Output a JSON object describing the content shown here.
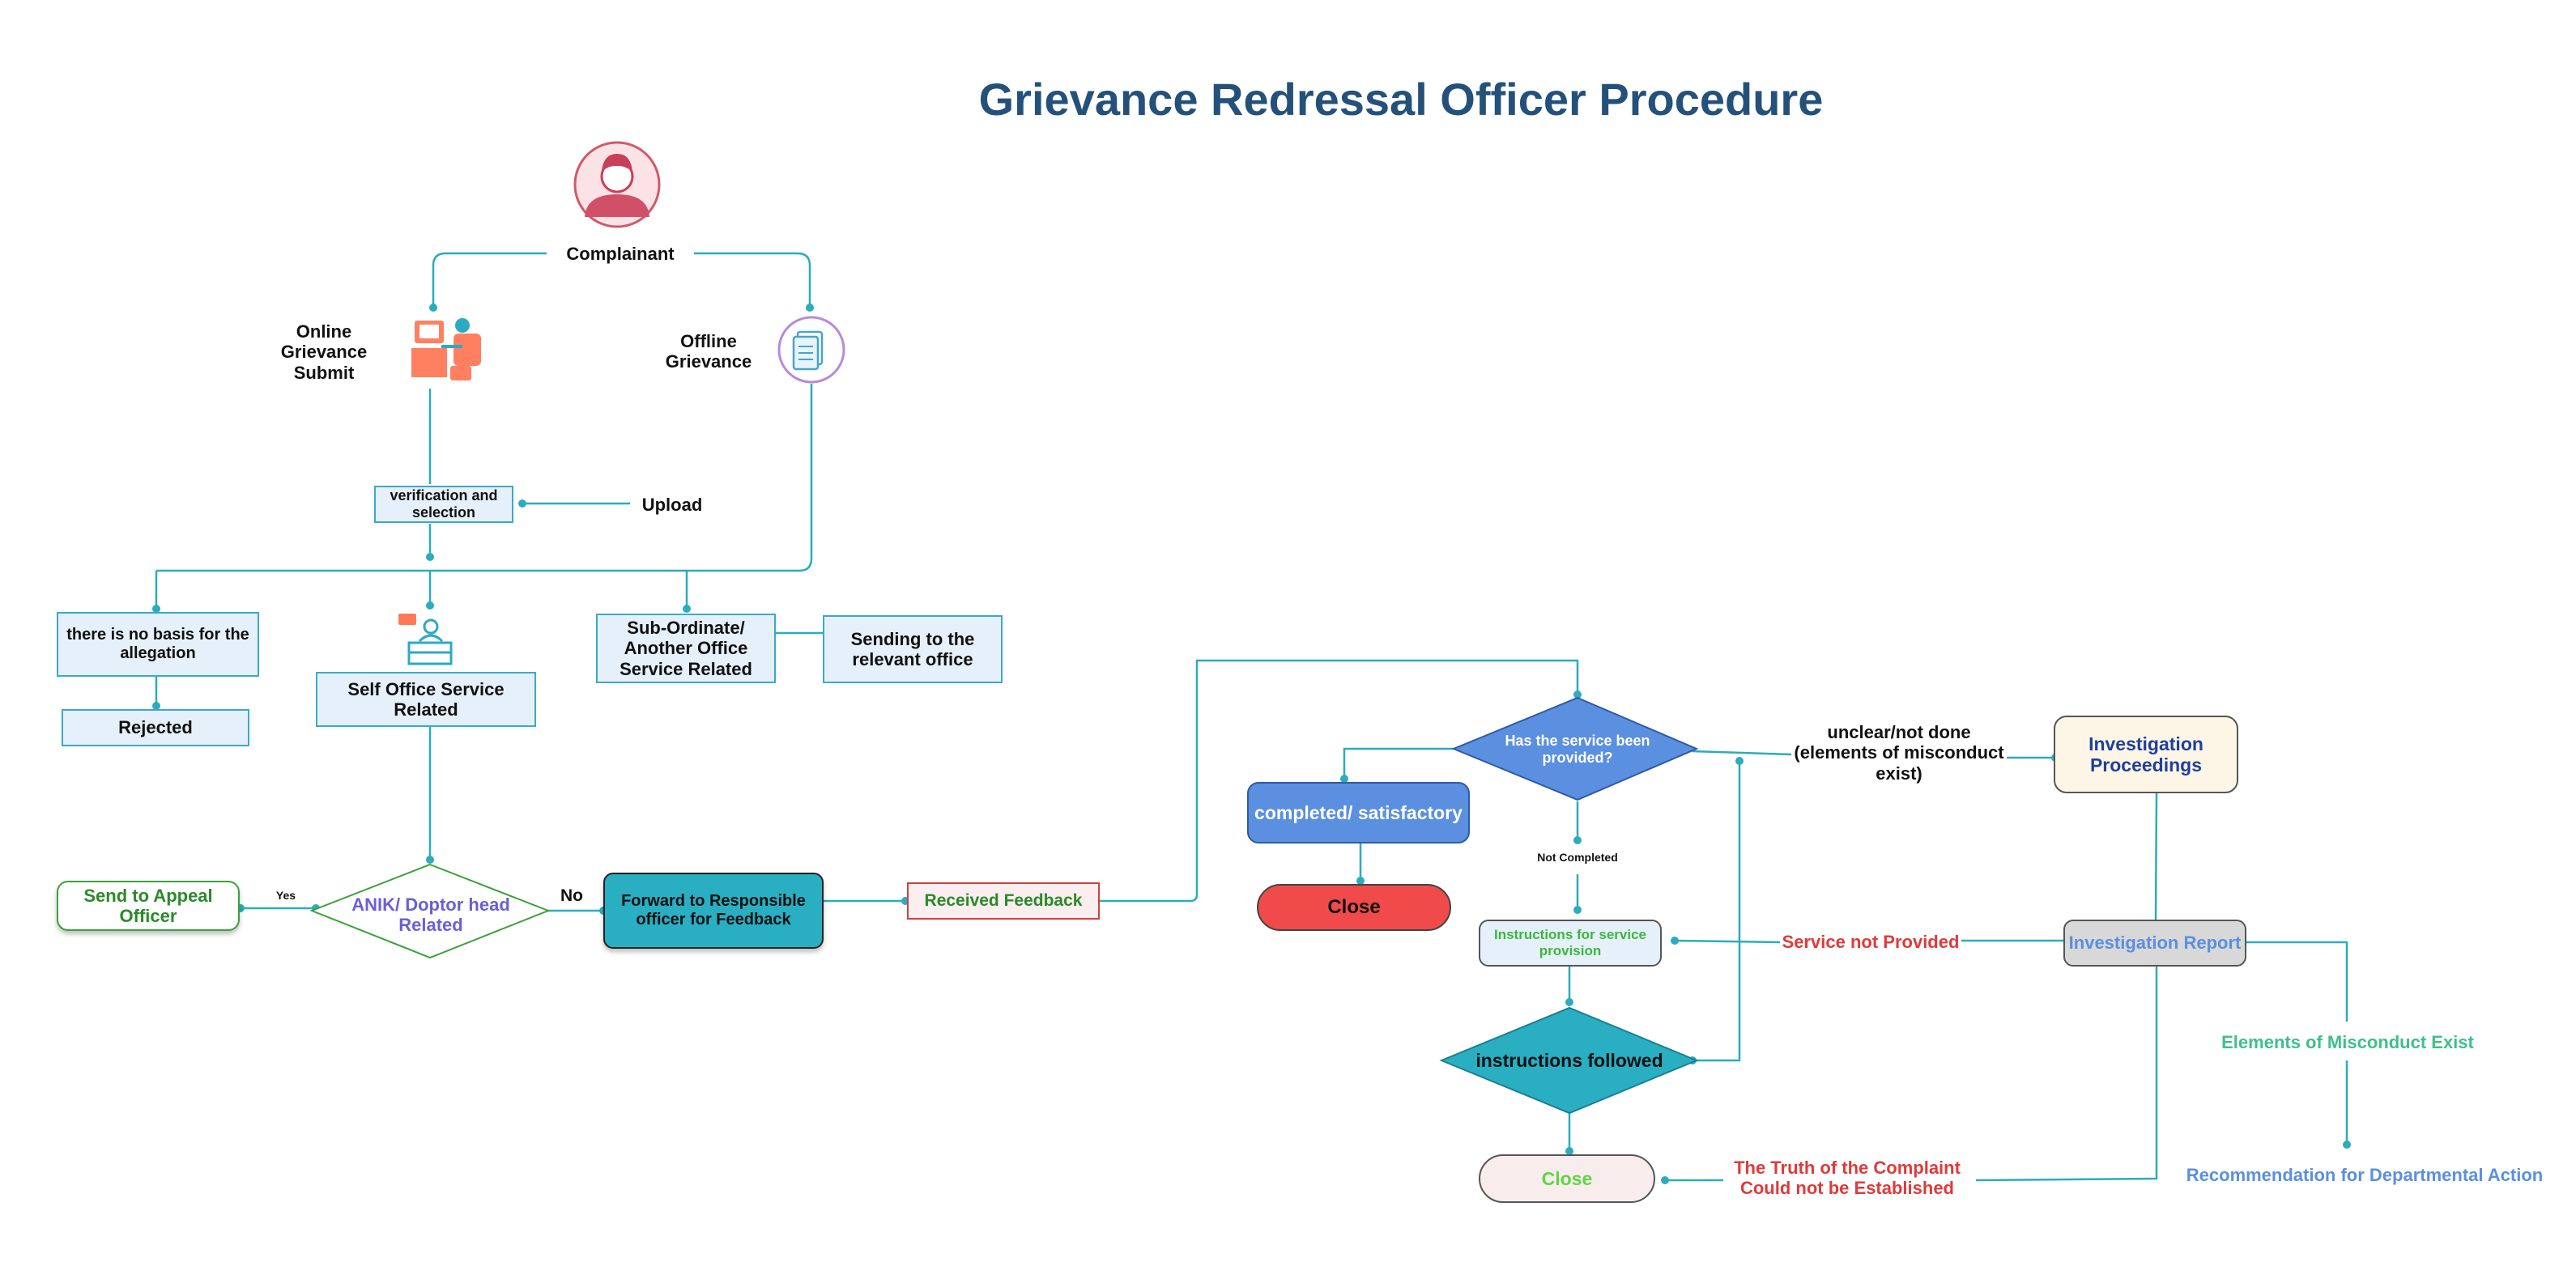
{
  "title": "Grievance Redressal Officer Procedure",
  "colors": {
    "title": "#23517a",
    "connector": "#2cacbd",
    "green_text": "#2a8a2a",
    "red_text": "#e03a3a",
    "blue_node": "#5b8fdf",
    "teal_node": "#29aec2",
    "close_red": "#f04a4a"
  },
  "nodes": {
    "complainant": "Complainant",
    "online": "Online Grievance Submit",
    "offline": "Offline Grievance",
    "verification": "verification and selection",
    "upload": "Upload",
    "no_basis": "there is no basis for the allegation",
    "rejected": "Rejected",
    "self_office": "Self Office Service Related",
    "sub_ordinate": "Sub-Ordinate/ Another Office Service Related",
    "sending": "Sending to the relevant office",
    "appeal": "Send to Appeal Officer",
    "anik": "ANIK/ Doptor head Related",
    "forward": "Forward to Responsible officer for Feedback",
    "received": "Received Feedback",
    "has_service": "Has the service been provided?",
    "completed": "completed/ satisfactory",
    "close1": "Close",
    "unclear": "unclear/not done (elements of misconduct exist)",
    "investigation_proc": "Investigation Proceedings",
    "not_completed": "Not Completed",
    "instructions": "Instructions for service provision",
    "service_not": "Service not Provided",
    "investigation_report": "Investigation Report",
    "followed": "instructions followed",
    "misconduct": "Elements of Misconduct Exist",
    "close2": "Close",
    "truth": "The Truth of the Complaint Could not be Established",
    "recommendation": "Recommendation for Departmental Action"
  },
  "edge_labels": {
    "yes": "Yes",
    "no": "No"
  },
  "icons": {
    "complainant": "person-avatar-icon",
    "online": "online-desk-icon",
    "offline": "document-icon",
    "self_office": "office-desk-icon"
  }
}
